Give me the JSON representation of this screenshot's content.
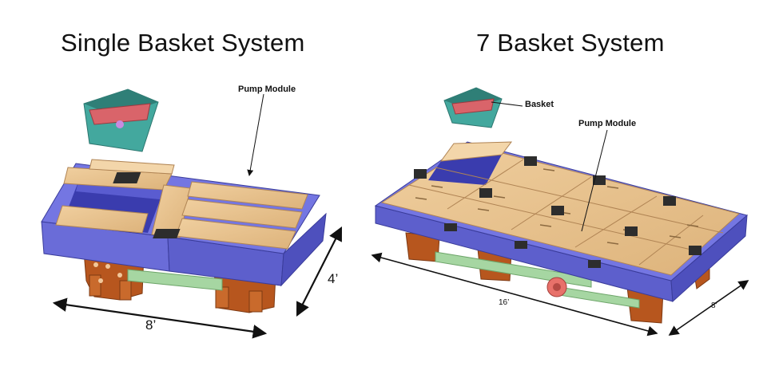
{
  "titles": {
    "single": "Single Basket System",
    "seven": "7 Basket System"
  },
  "labels": {
    "pump_module_left": "Pump Module",
    "basket_right": "Basket",
    "pump_module_right": "Pump Module"
  },
  "dimensions": {
    "single_length": "8’",
    "single_width": "4’",
    "seven_length": "16’",
    "seven_width": "8’"
  },
  "colors": {
    "wood": "#e7c18f",
    "frame": "#6a6cd8",
    "basket": "#43a89e",
    "legs": "#b7561e",
    "pipe": "#a6d6a2",
    "connector": "#2d2d2d"
  }
}
